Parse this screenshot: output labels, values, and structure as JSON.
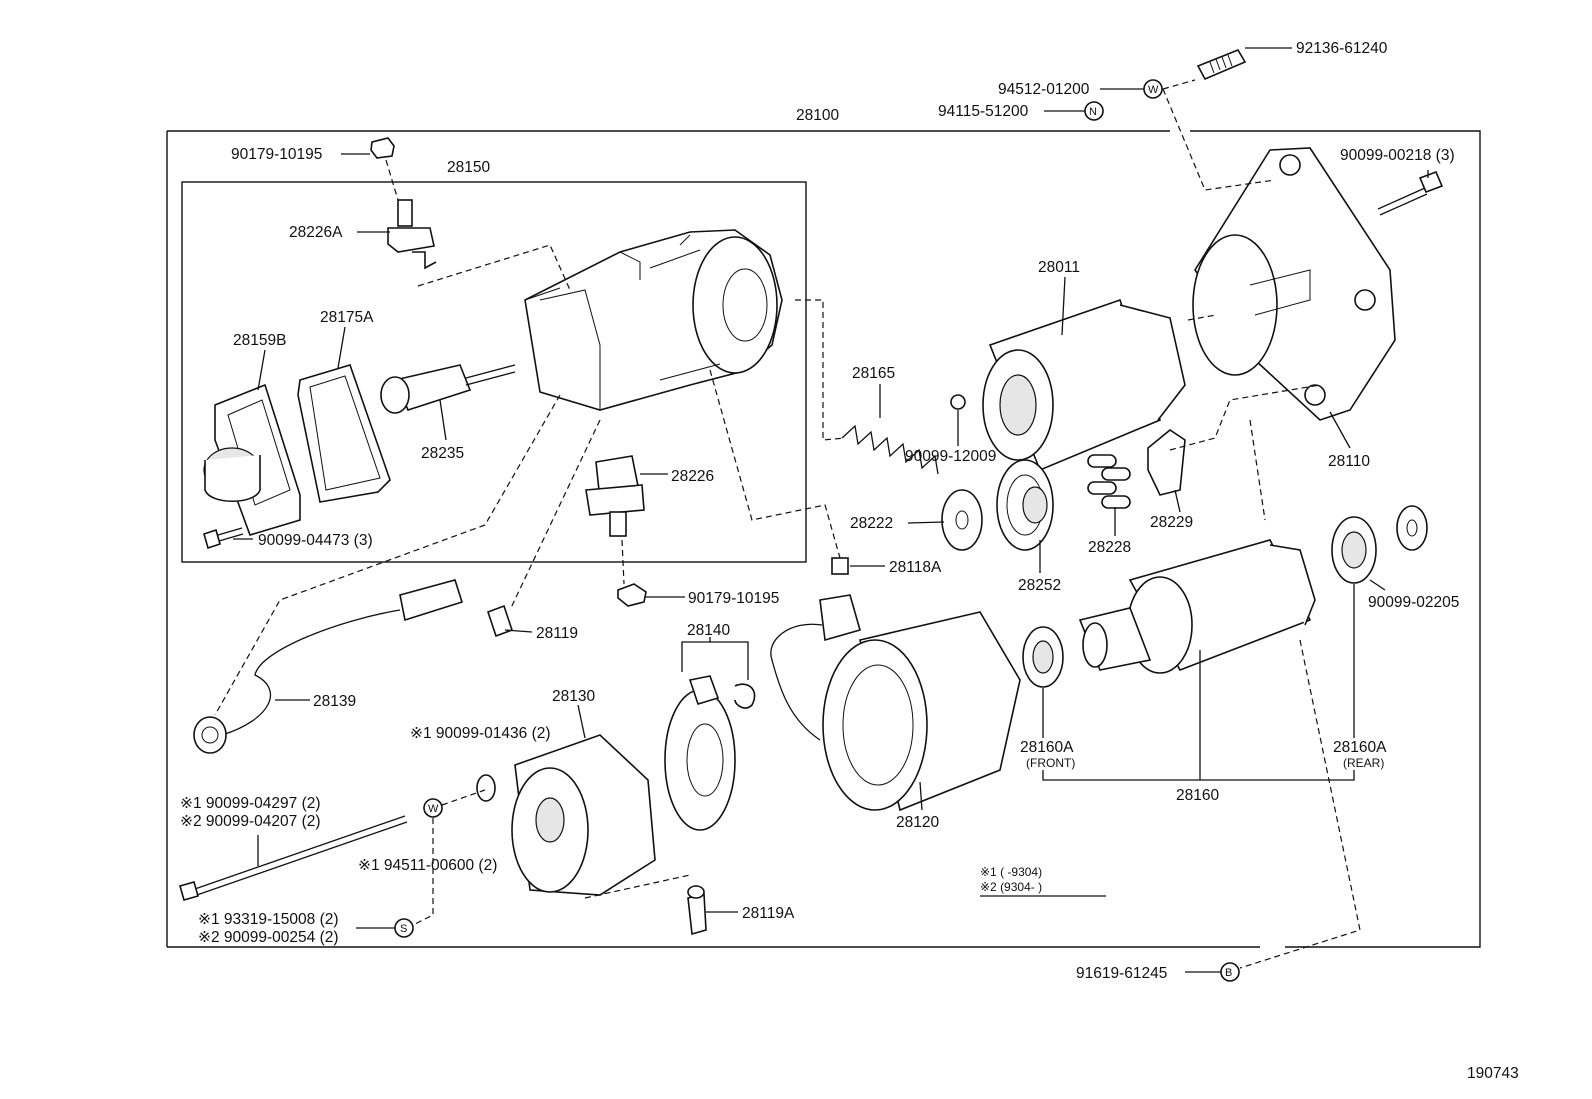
{
  "diagram_id": "190743",
  "labels": {
    "p92136": "92136-61240",
    "p94512": "94512-01200",
    "p94115": "94115-51200",
    "p28100": "28100",
    "p90179a": "90179-10195",
    "p28150": "28150",
    "p90099_00218": "90099-00218 (3)",
    "p28226A": "28226A",
    "p28011": "28011",
    "p28175A": "28175A",
    "p28159B": "28159B",
    "p28165": "28165",
    "p28235": "28235",
    "p90099_12009": "90099-12009",
    "p28110": "28110",
    "p28226": "28226",
    "p28222": "28222",
    "p28229": "28229",
    "p28228": "28228",
    "p90099_04473": "90099-04473 (3)",
    "p28118A": "28118A",
    "p28252": "28252",
    "p90179b": "90179-10195",
    "p90099_02205": "90099-02205",
    "p28119": "28119",
    "p28140": "28140",
    "p28139": "28139",
    "p28130": "28130",
    "p90099_01436": "※1 90099-01436 (2)",
    "p28160A_front": "28160A",
    "front": "(FRONT)",
    "p28160A_rear": "28160A",
    "rear": "(REAR)",
    "p28160": "28160",
    "p90099_04297": "※1  90099-04297 (2)",
    "p90099_04207": "※2  90099-04207 (2)",
    "p94511": "※1 94511-00600 (2)",
    "p28120": "28120",
    "note1": "※1  (          -9304)",
    "note2": "※2  (9304-          )",
    "p93319": "※1  93319-15008 (2)",
    "p90099_00254": "※2  90099-00254 (2)",
    "p28119A": "28119A",
    "p91619": "91619-61245"
  },
  "symbols": {
    "W": "W",
    "N": "N",
    "S": "S",
    "B": "B"
  }
}
